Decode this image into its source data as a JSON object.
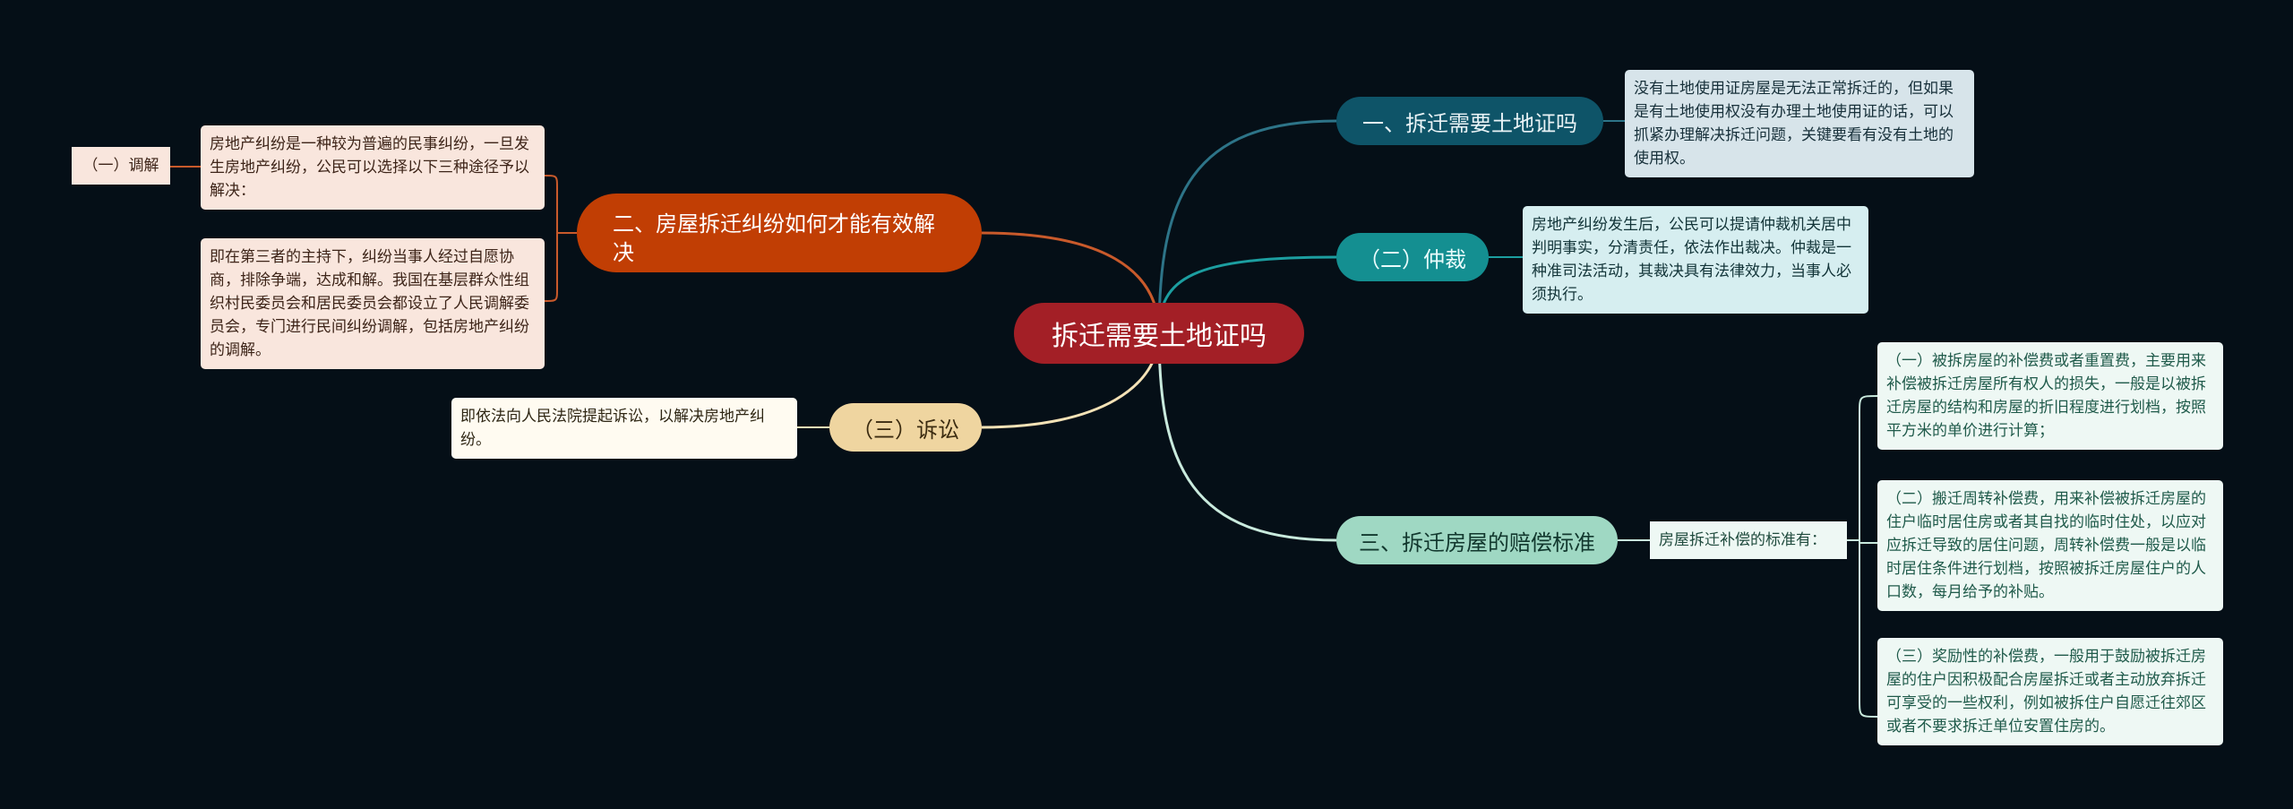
{
  "root": {
    "label": "拆迁需要土地证吗"
  },
  "branches": {
    "b1": {
      "label": "一、拆迁需要土地证吗"
    },
    "b2": {
      "label": "（二）仲裁"
    },
    "b3": {
      "label": "三、拆迁房屋的赔偿标准"
    },
    "b4": {
      "label": "二、房屋拆迁纠纷如何才能有效解决"
    },
    "b5": {
      "label": "（三）诉讼"
    }
  },
  "notes": {
    "n1": "没有土地使用证房屋是无法正常拆迁的，但如果是有土地使用权没有办理土地使用证的话，可以抓紧办理解决拆迁问题，关键要看有没有土地的使用权。",
    "n2": "房地产纠纷发生后，公民可以提请仲裁机关居中判明事实，分清责任，依法作出裁决。仲裁是一种准司法活动，其裁决具有法律效力，当事人必须执行。",
    "n3": "房屋拆迁补偿的标准有：",
    "n4": "（一）被拆房屋的补偿费或者重置费，主要用来补偿被拆迁房屋所有权人的损失，一般是以被拆迁房屋的结构和房屋的折旧程度进行划档，按照平方米的单价进行计算；",
    "n5": "（二）搬迁周转补偿费，用来补偿被拆迁房屋的住户临时居住房或者其自找的临时住处，以应对应拆迁导致的居住问题，周转补偿费一般是以临时居住条件进行划档，按照被拆迁房屋住户的人口数，每月给予的补贴。",
    "n6": "（三）奖励性的补偿费，一般用于鼓励被拆迁房屋的住户因积极配合房屋拆迁或者主动放弃拆迁可享受的一些权利，例如被拆住户自愿迁往郊区或者不要求拆迁单位安置住房的。",
    "n7": "房地产纠纷是一种较为普遍的民事纠纷，一旦发生房地产纠纷，公民可以选择以下三种途径予以解决：",
    "n8": "即在第三者的主持下，纠纷当事人经过自愿协商，排除争端，达成和解。我国在基层群众性组织村民委员会和居民委员会都设立了人民调解委员会，专门进行民间纠纷调解，包括房地产纠纷的调解。",
    "n9": "（一）调解",
    "n10": "即依法向人民法院提起诉讼，以解决房地产纠纷。"
  },
  "colors": {
    "background": "#050f17",
    "root": "#a31f26",
    "branch1": "#0e5468",
    "branch2": "#148f91",
    "branch3": "#9fd8c3",
    "branch4": "#c13e04",
    "branch5": "#efd5a0"
  }
}
